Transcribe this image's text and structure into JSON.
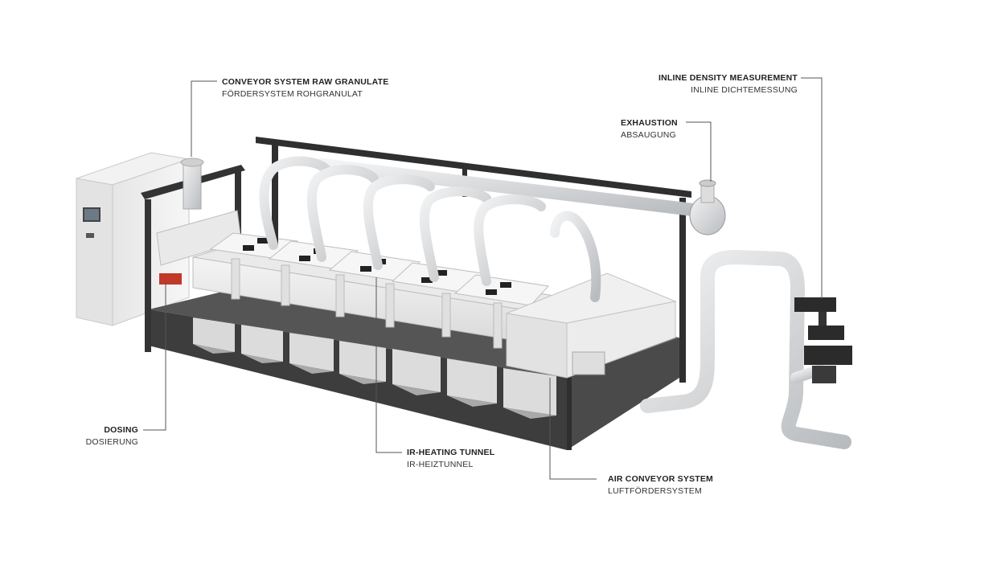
{
  "callouts": {
    "conveyor": {
      "title": "CONVEYOR SYSTEM RAW GRANULATE",
      "subtitle": "FÖRDERSYSTEM ROHGRANULAT"
    },
    "density": {
      "title": "INLINE DENSITY MEASUREMENT",
      "subtitle": "INLINE DICHTEMESSUNG"
    },
    "exhaustion": {
      "title": "EXHAUSTION",
      "subtitle": "ABSAUGUNG"
    },
    "dosing": {
      "title": "DOSING",
      "subtitle": "DOSIERUNG"
    },
    "ir": {
      "title": "IR-HEATING TUNNEL",
      "subtitle": "IR-HEIZTUNNEL"
    },
    "air": {
      "title": "AIR CONVEYOR SYSTEM",
      "subtitle": "LUFTFÖRDERSYSTEM"
    }
  },
  "colors": {
    "frame": "#3a3a3a",
    "panel": "#e8e8e8",
    "pipe": "#d4d6d8",
    "accent": "#c0392b",
    "leader": "#555555"
  }
}
